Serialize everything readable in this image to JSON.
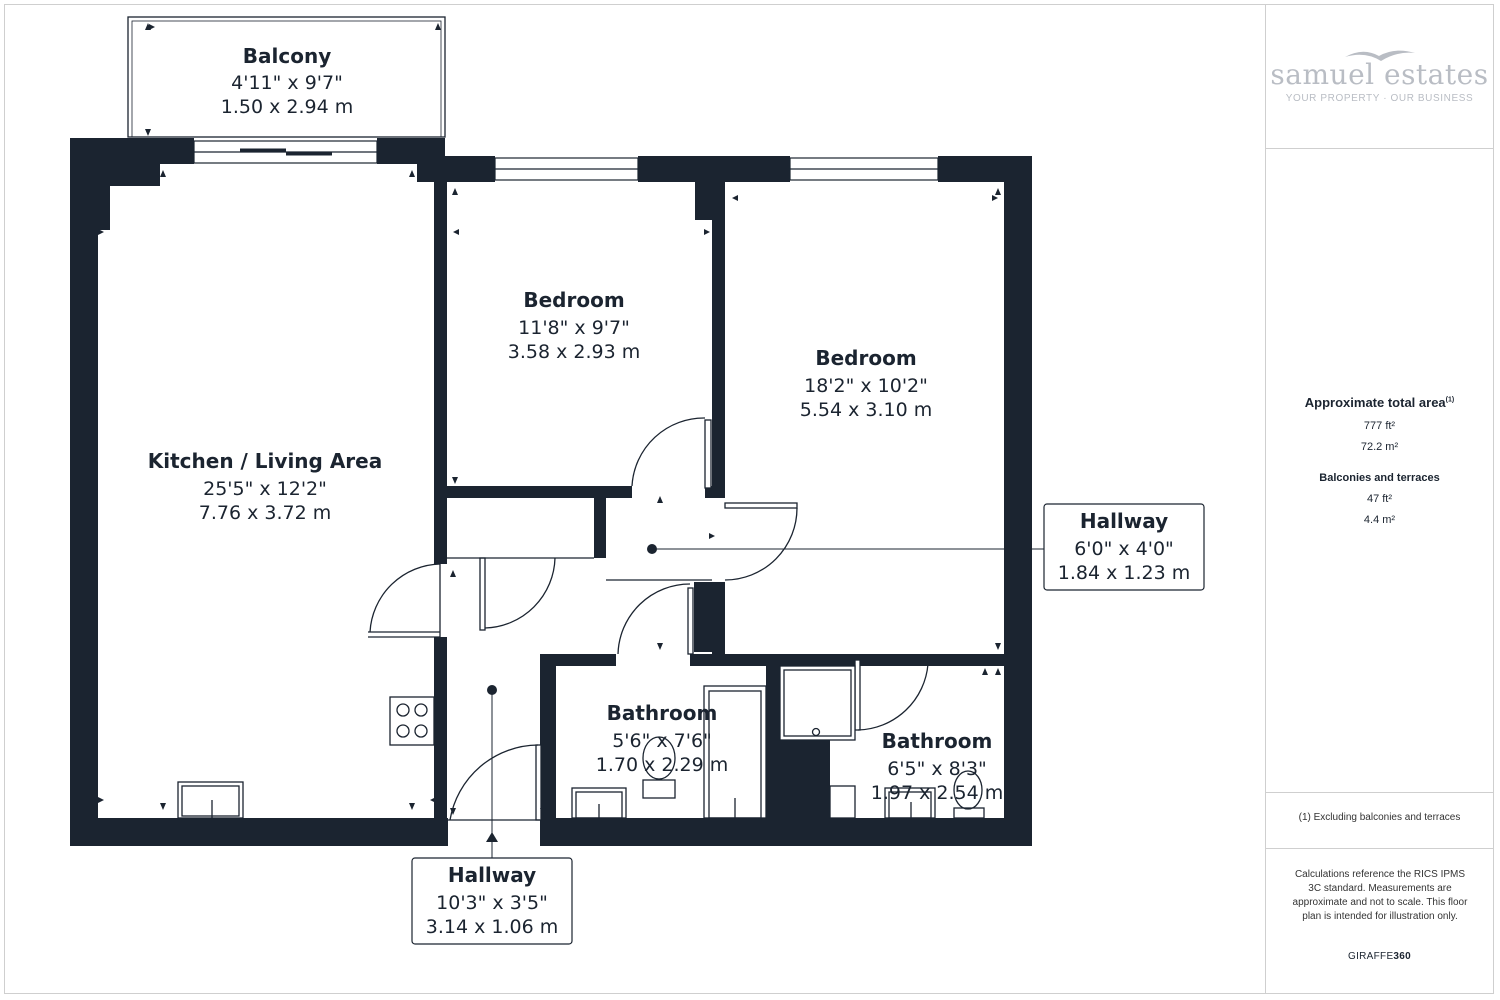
{
  "rooms": {
    "balcony": {
      "name": "Balcony",
      "imperial": "4'11\" x 9'7\"",
      "metric": "1.50 x 2.94 m"
    },
    "kitchen": {
      "name": "Kitchen / Living Area",
      "imperial": "25'5\" x 12'2\"",
      "metric": "7.76 x 3.72 m"
    },
    "bedroom1": {
      "name": "Bedroom",
      "imperial": "11'8\" x 9'7\"",
      "metric": "3.58 x 2.93 m"
    },
    "bedroom2": {
      "name": "Bedroom",
      "imperial": "18'2\" x 10'2\"",
      "metric": "5.54 x 3.10 m"
    },
    "hallway_inner": {
      "name": "Hallway",
      "imperial": "6'0\" x 4'0\"",
      "metric": "1.84 x 1.23 m"
    },
    "bathroom1": {
      "name": "Bathroom",
      "imperial": "5'6\" x 7'6\"",
      "metric": "1.70 x 2.29 m"
    },
    "bathroom2": {
      "name": "Bathroom",
      "imperial": "6'5\" x 8'3\"",
      "metric": "1.97 x 2.54 m"
    },
    "hallway_entry": {
      "name": "Hallway",
      "imperial": "10'3\" x 3'5\"",
      "metric": "3.14 x 1.06 m"
    }
  },
  "panel": {
    "logo_name": "samuel estates",
    "logo_tagline": "YOUR PROPERTY · OUR BUSINESS",
    "area_title": "Approximate total area",
    "area_marker": "(1)",
    "area_ft": "777 ft²",
    "area_m": "72.2 m²",
    "balconies_title": "Balconies and terraces",
    "balconies_ft": "47 ft²",
    "balconies_m": "4.4 m²",
    "footnote": "(1) Excluding balconies and terraces",
    "disclaimer": "Calculations reference the RICS IPMS 3C standard. Measurements are approximate and not to scale. This floor plan is intended for illustration only.",
    "brand_a": "GIRAFFE",
    "brand_b": "360"
  },
  "colors": {
    "wall": "#1b2430",
    "logo": "#b9bdc4",
    "border": "#cfcfcf"
  }
}
